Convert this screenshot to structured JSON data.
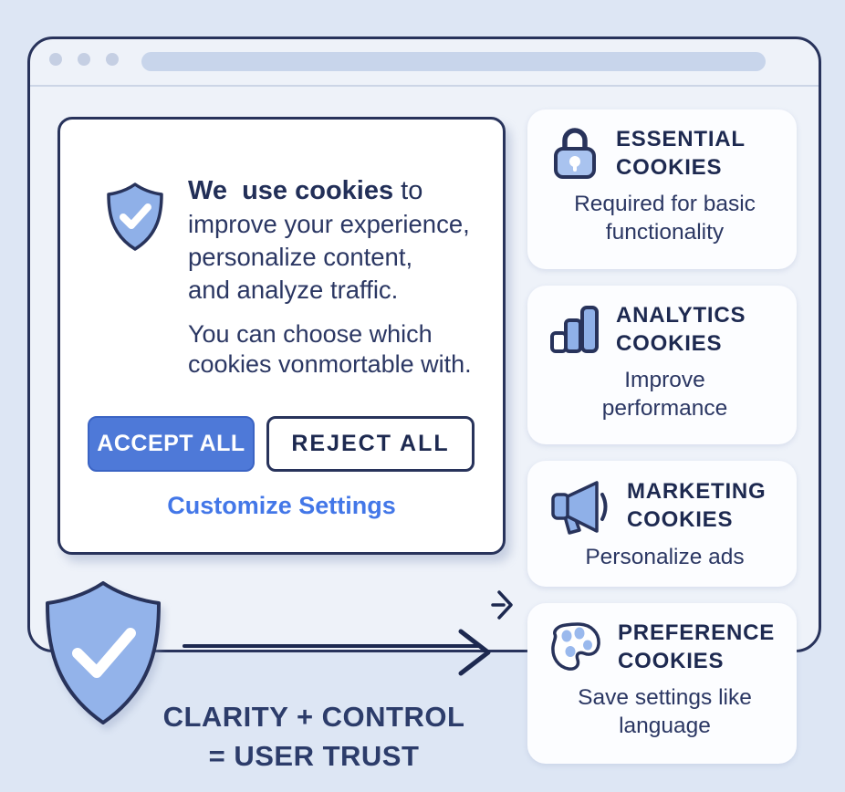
{
  "colors": {
    "page_background": "#dde6f4",
    "window_background": "#eef2f9",
    "outline_navy": "#28335b",
    "text_navy": "#2b3763",
    "accent_blue": "#4e79d8",
    "link_blue": "#4377e8",
    "shield_blue": "#8fb0e8",
    "icon_light_blue": "#a9c3ef",
    "card_background": "#fcfdff"
  },
  "browser": {
    "traffic_dots_icon": "window-control-dots",
    "address_bar_icon": "address-bar-pill"
  },
  "dialog": {
    "shield_icon": "shield-check-icon",
    "headline_bold": "We  use cookies",
    "headline_rest": " to",
    "body_paragraph1": "improve your experience,\npersonalize content,\nand analyze traffic.",
    "body_paragraph2": "You can choose which\ncookies vonmortable with.",
    "accept_label": "ACCEPT ALL",
    "reject_label": "REJECT ALL",
    "customize_label": "Customize Settings"
  },
  "cards": [
    {
      "icon": "lock-icon",
      "title": "ESSENTIAL\nCOOKIES",
      "description": "Required for basic\nfunctionality"
    },
    {
      "icon": "bar-chart-icon",
      "title": "ANALYTICS\nCOOKIES",
      "description": "Improve\nperformance"
    },
    {
      "icon": "megaphone-icon",
      "title": "MARKETING\nCOOKIES",
      "description": "Personalize ads"
    },
    {
      "icon": "palette-icon",
      "title": "PREFERENCE\nCOOKIES",
      "description": "Save settings like\nlanguage"
    }
  ],
  "footer": {
    "shield_icon": "shield-check-icon",
    "arrow_icon": "right-arrow",
    "small_arrow_icon": "small-right-arrow",
    "trust_line1": "CLARITY + CONTROL",
    "trust_line2": "= USER TRUST"
  }
}
